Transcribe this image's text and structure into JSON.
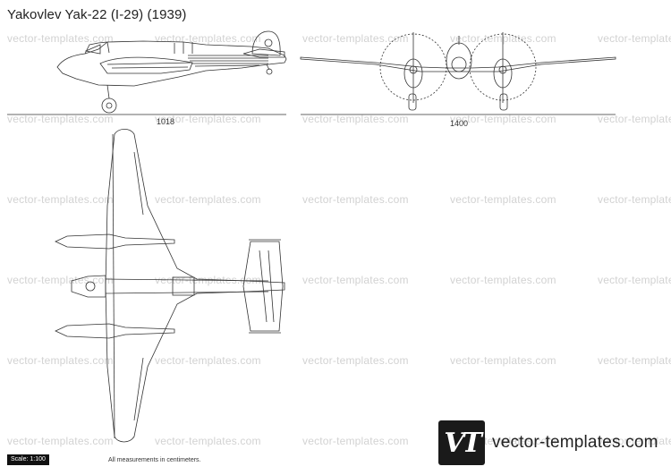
{
  "title": "Yakovlev Yak-22 (I-29) (1939)",
  "watermark_text": "vector-templates.com",
  "dimensions": {
    "side_length": "1018",
    "front_span": "1400"
  },
  "scale_label": "Scale: 1:100",
  "note": "All measurements in centimeters.",
  "logo": {
    "letters": "VT"
  },
  "site_name": "vector-templates.com",
  "colors": {
    "ink": "#333333",
    "watermark": "#d2d2d2",
    "logo_bg": "#1a1a1a"
  }
}
